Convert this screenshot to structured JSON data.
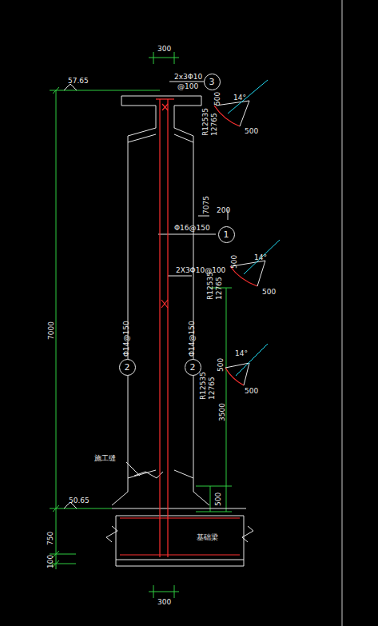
{
  "diagram": {
    "nodes": [
      {
        "text": [
          "3"
        ]
      },
      {
        "text": [
          "1"
        ]
      },
      {
        "text": [
          "2"
        ]
      },
      {
        "text": [
          "2"
        ]
      }
    ],
    "labels": [
      "300",
      "2x3Φ10",
      "@100",
      "57.65",
      "500",
      "14°",
      "500",
      "R12535",
      "12765",
      "7075",
      "200",
      "Φ16@150",
      "2X3Φ10@100",
      "500",
      "14°",
      "500",
      "R12535",
      "12765",
      "7000",
      "Φ14@150",
      "Φ14@150",
      "500",
      "14°",
      "500",
      "R12535",
      "12765",
      "3500",
      "施工缝",
      "50.65",
      "500",
      "750",
      "100",
      "基础梁",
      "300"
    ]
  }
}
